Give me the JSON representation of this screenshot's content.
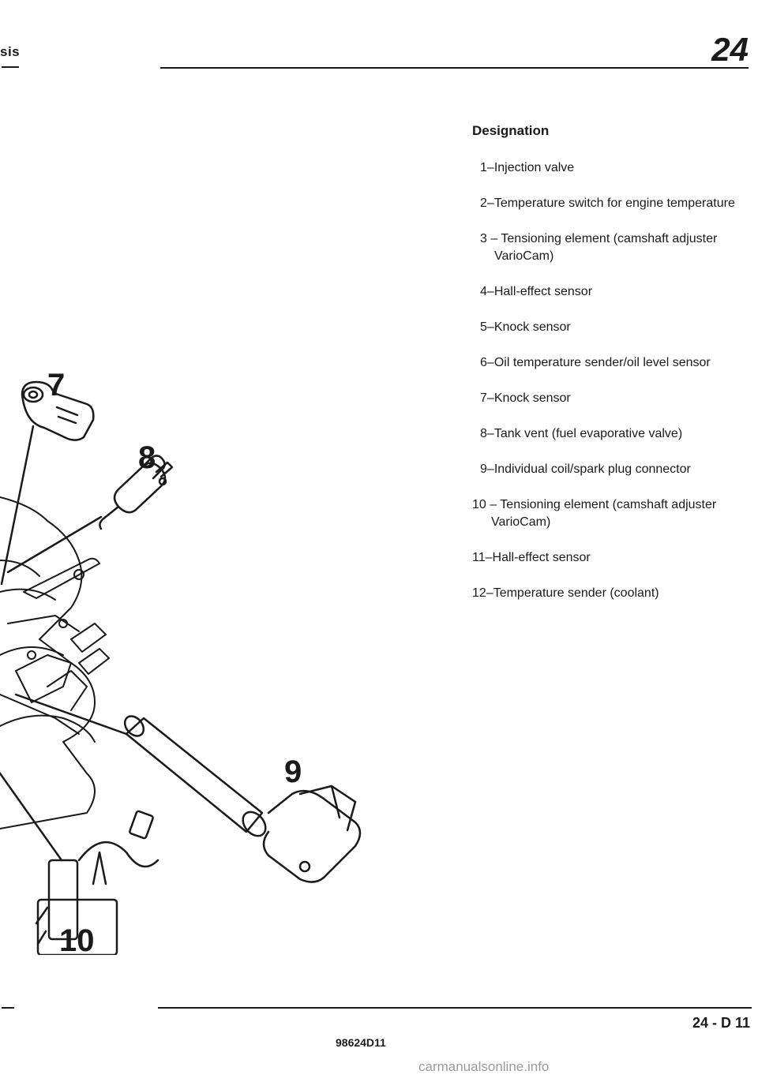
{
  "header": {
    "section": "sis",
    "chapter": "24"
  },
  "designation": {
    "heading": "Designation",
    "items": [
      {
        "num": "1",
        "text": "Injection valve",
        "cont": ""
      },
      {
        "num": "2",
        "text": "Temperature switch for engine temperature",
        "cont": ""
      },
      {
        "num": "3",
        "text": "Tensioning element (camshaft adjuster",
        "cont": "VarioCam)"
      },
      {
        "num": "4",
        "text": "Hall-effect sensor",
        "cont": ""
      },
      {
        "num": "5",
        "text": "Knock sensor",
        "cont": ""
      },
      {
        "num": "6",
        "text": "Oil temperature sender/oil level sensor",
        "cont": ""
      },
      {
        "num": "7",
        "text": "Knock sensor",
        "cont": ""
      },
      {
        "num": "8",
        "text": "Tank vent (fuel evaporative valve)",
        "cont": ""
      },
      {
        "num": "9",
        "text": "Individual coil/spark plug connector",
        "cont": ""
      },
      {
        "num": "10",
        "text": "Tensioning element (camshaft adjuster",
        "cont": "VarioCam)"
      },
      {
        "num": "11",
        "text": "Hall-effect sensor",
        "cont": ""
      },
      {
        "num": "12",
        "text": "Temperature sender (coolant)",
        "cont": ""
      }
    ]
  },
  "diagram": {
    "callouts": [
      "7",
      "8",
      "9",
      "10"
    ]
  },
  "footer": {
    "page_number": "24 - D 11",
    "doc_id": "98624D11",
    "watermark": "carmanualsonline.info"
  }
}
